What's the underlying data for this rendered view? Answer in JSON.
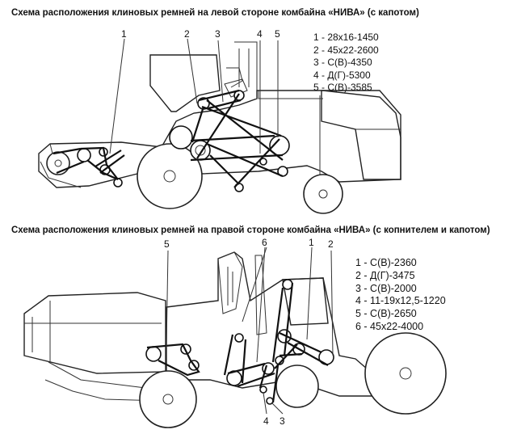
{
  "top_diagram": {
    "title": "Схема расположения клиновых ремней на левой стороне комбайна «НИВА» (с капотом)",
    "callouts": [
      "1",
      "2",
      "3",
      "4",
      "5"
    ],
    "legend": [
      "1 - 28х16-1450",
      "2 - 45х22-2600",
      "3 - С(В)-4350",
      "4 - Д(Г)-5300",
      "5 - С(В)-3585"
    ]
  },
  "bottom_diagram": {
    "title": "Схема расположения клиновых ремней на правой стороне комбайна «НИВА» (с копнителем и капотом)",
    "callouts": [
      "5",
      "6",
      "1",
      "2",
      "4",
      "3"
    ],
    "legend": [
      "1 - С(В)-2360",
      "2 - Д(Г)-3475",
      "3 - С(В)-2000",
      "4 - 11-19х12,5-1220",
      "5 - С(В)-2650",
      "6 - 45х22-4000"
    ]
  }
}
